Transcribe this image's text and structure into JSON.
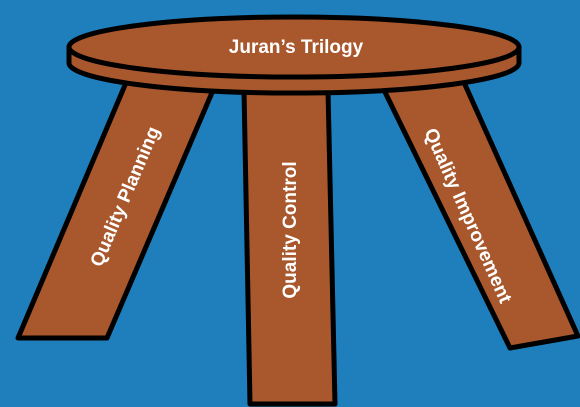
{
  "diagram": {
    "title": "Juran’s Trilogy",
    "legs": {
      "left": "Quality Planning",
      "center": "Quality Control",
      "right": "Quality Improvement"
    }
  },
  "colors": {
    "background": "#1f7fbd",
    "wood": "#a8582c",
    "outline": "#000000",
    "text": "#ffffff"
  }
}
